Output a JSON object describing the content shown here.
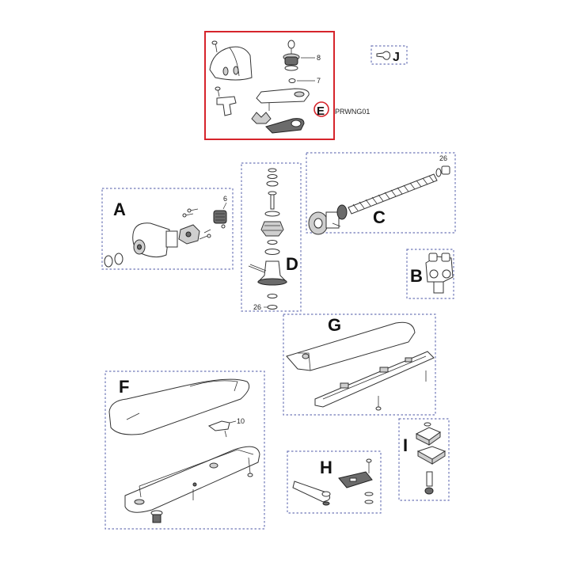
{
  "groups": {
    "A": {
      "letter": "A",
      "callouts": [
        "6"
      ]
    },
    "B": {
      "letter": "B"
    },
    "C": {
      "letter": "C",
      "callouts": [
        "26"
      ]
    },
    "D": {
      "letter": "D",
      "callouts": [
        "26"
      ]
    },
    "E": {
      "letter": "E",
      "callouts": [
        "8",
        "7"
      ],
      "code": "PRWNG01"
    },
    "F": {
      "letter": "F",
      "callouts": [
        "10"
      ]
    },
    "G": {
      "letter": "G"
    },
    "H": {
      "letter": "H"
    },
    "I": {
      "letter": "I"
    },
    "J": {
      "letter": "J"
    }
  },
  "colors": {
    "box_border": "#6f78b8",
    "highlight_border": "#d6242b"
  }
}
